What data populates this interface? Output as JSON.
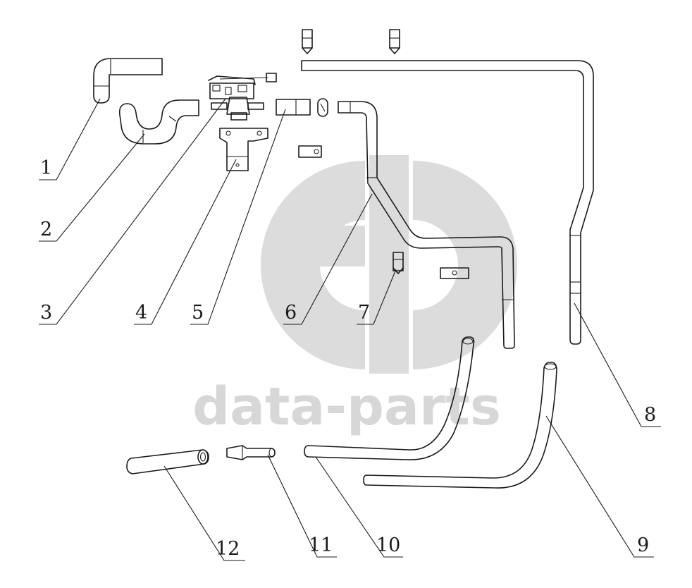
{
  "watermark": {
    "text": "data-parts",
    "color": "#d7d7d7"
  },
  "callouts": [
    {
      "label": "1"
    },
    {
      "label": "2"
    },
    {
      "label": "3"
    },
    {
      "label": "4"
    },
    {
      "label": "5"
    },
    {
      "label": "6"
    },
    {
      "label": "7"
    },
    {
      "label": "8"
    },
    {
      "label": "9"
    },
    {
      "label": "10"
    },
    {
      "label": "11"
    },
    {
      "label": "12"
    }
  ]
}
